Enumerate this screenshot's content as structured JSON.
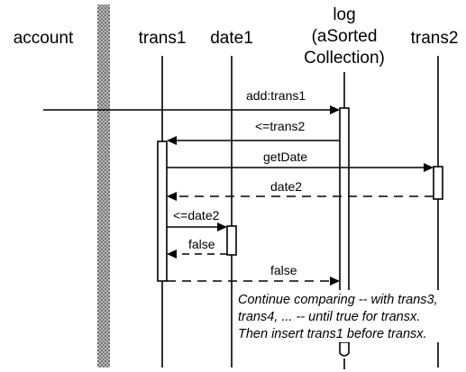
{
  "participants": {
    "account": "account",
    "trans1": "trans1",
    "date1": "date1",
    "log_line1": "log",
    "log_line2": "(aSorted",
    "log_line3": "Collection)",
    "trans2": "trans2"
  },
  "messages": {
    "add": "add:trans1",
    "lte_trans2": "<=trans2",
    "getdate": "getDate",
    "date2": "date2",
    "lte_date2": "<=date2",
    "false_1": "false",
    "false_2": "false"
  },
  "note": {
    "line1": "Continue comparing -- with trans3,",
    "line2": "trans4, ... -- until true for transx.",
    "line3": "Then insert trans1 before transx."
  }
}
